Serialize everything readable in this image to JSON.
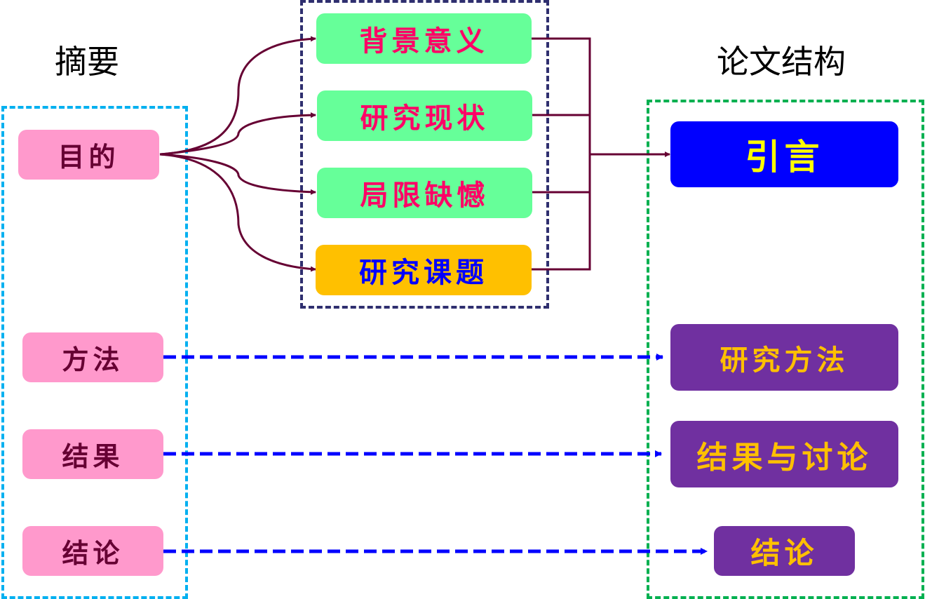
{
  "headings": {
    "left": "摘要",
    "right": "论文结构"
  },
  "abstract": {
    "items": [
      {
        "label": "目的"
      },
      {
        "label": "方法"
      },
      {
        "label": "结果"
      },
      {
        "label": "结论"
      }
    ]
  },
  "purpose_breakdown": {
    "items": [
      {
        "label": "背景意义"
      },
      {
        "label": "研究现状"
      },
      {
        "label": "局限缺憾"
      },
      {
        "label": "研究课题"
      }
    ]
  },
  "structure": {
    "items": [
      {
        "label": "引言"
      },
      {
        "label": "研究方法"
      },
      {
        "label": "结果与讨论"
      },
      {
        "label": "结论"
      }
    ]
  },
  "colors": {
    "abstract_box": "#ff99cc",
    "abstract_text": "#660033",
    "green_box": "#66ff99",
    "green_text": "#ff0066",
    "topic_box": "#ffc000",
    "topic_text": "#0000ff",
    "intro_box": "#0000ff",
    "intro_text": "#ffff00",
    "purple_box": "#7030a0",
    "purple_text": "#ffc000",
    "solid_connector": "#660033",
    "dashed_connector": "#0000ff",
    "left_frame": "#00b0f0",
    "middle_frame": "#2f2f6f",
    "right_frame": "#00b050"
  }
}
